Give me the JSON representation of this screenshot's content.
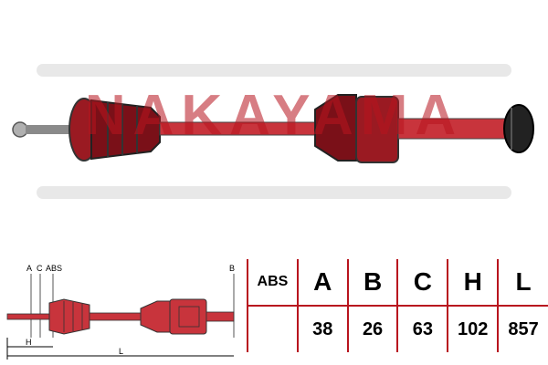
{
  "brand": {
    "watermark_text": "NAKAYAMA"
  },
  "diagram": {
    "labels": {
      "a": "A",
      "c": "C",
      "abs": "ABS",
      "b": "B",
      "h": "H",
      "l": "L"
    }
  },
  "specs": {
    "abs_label": "ABS",
    "columns": [
      {
        "key": "A",
        "value": "38"
      },
      {
        "key": "B",
        "value": "26"
      },
      {
        "key": "C",
        "value": "63"
      },
      {
        "key": "H",
        "value": "102"
      },
      {
        "key": "L",
        "value": "857"
      }
    ]
  },
  "colors": {
    "brand_red": "#b8141e",
    "shaft_red": "#c8343c",
    "boot_black": "#222222"
  }
}
